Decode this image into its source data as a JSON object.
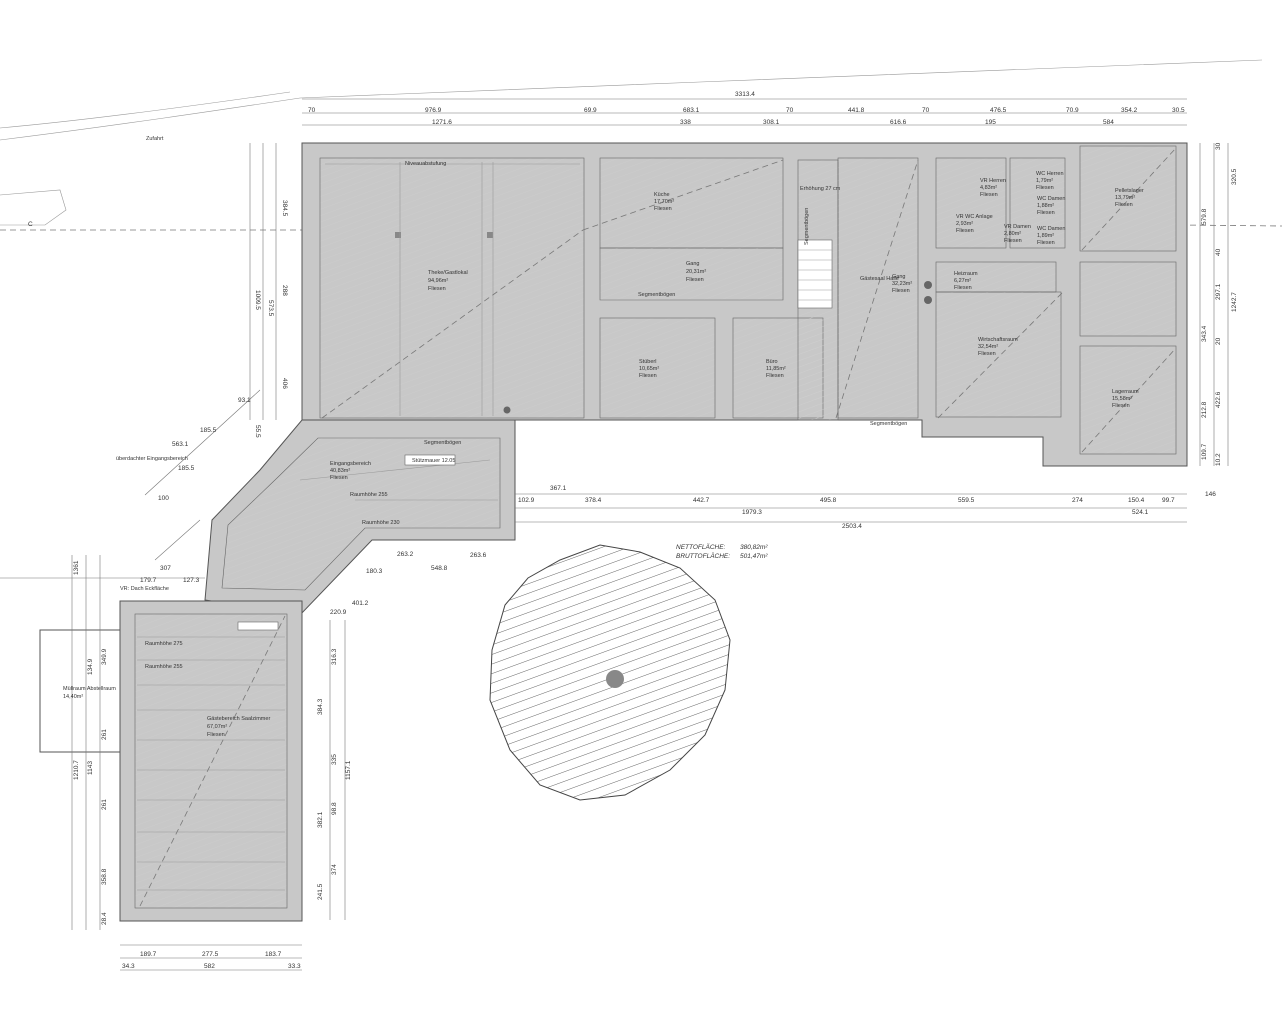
{
  "dimensions": {
    "top": {
      "total": "3313.4",
      "row1": [
        "70",
        "976.9",
        "69.9",
        "683.1",
        "70",
        "441.8",
        "70",
        "476.5",
        "70.9",
        "354.2",
        "30.5"
      ],
      "row2": [
        "1271.6",
        "338",
        "308.1",
        "616.6",
        "195",
        "584"
      ]
    },
    "bottom_right": {
      "row1": [
        "367.1",
        "102.9",
        "378.4",
        "442.7",
        "495.8",
        "559.5",
        "274",
        "150.4",
        "99.7",
        "146"
      ],
      "row2": "1979.3",
      "row2b": "524.1",
      "row3": "2503.4"
    },
    "left_main": [
      "384.5",
      "1009.5",
      "573.5",
      "288",
      "406",
      "93.1",
      "185.5",
      "563.1",
      "185.5",
      "100",
      "55.5"
    ],
    "right_main": [
      "320.5",
      "579.8",
      "297.1",
      "1242.7",
      "343.4",
      "422.6",
      "212.8",
      "109.7",
      "40",
      "20",
      "30",
      "10.2"
    ],
    "entrance": [
      "179.7",
      "127.3",
      "307",
      "263.2",
      "263.6",
      "548.8",
      "180.3",
      "401.2",
      "220.9"
    ],
    "annex_bottom": [
      "189.7",
      "277.5",
      "183.7",
      "34.3",
      "582",
      "33.3"
    ],
    "annex_left": [
      "1361",
      "1210.7",
      "134.9",
      "261",
      "261",
      "349.9",
      "1143",
      "358.8",
      "28.4"
    ],
    "annex_right": [
      "1157.1",
      "316.3",
      "384.3",
      "335",
      "382.1",
      "374",
      "241.5",
      "98.8"
    ]
  },
  "rooms": [
    {
      "name": "Theke/Gastlokal",
      "area": "94,96m²",
      "floor": "Fliesen"
    },
    {
      "name": "Küche",
      "area": "17,70m²",
      "floor": "Fliesen"
    },
    {
      "name": "Gang",
      "area": "20,31m²",
      "floor": "Fliesen"
    },
    {
      "name": "Stüberl",
      "area": "10,65m²",
      "floor": "Fliesen"
    },
    {
      "name": "Büro",
      "area": "11,85m²",
      "floor": "Fliesen"
    },
    {
      "name": "Gang",
      "area": "32,23m²",
      "floor": "Fliesen"
    },
    {
      "name": "VR Herren",
      "area": "4,83m²",
      "floor": "Fliesen"
    },
    {
      "name": "WC Herren",
      "area": "1,79m²",
      "floor": "Fliesen"
    },
    {
      "name": "VR WC Anlage",
      "area": "2,93m²",
      "floor": "Fliesen"
    },
    {
      "name": "VR Damen",
      "area": "2,80m²",
      "floor": "Fliesen"
    },
    {
      "name": "WC Damen",
      "area": "1,88m²",
      "floor": "Fliesen"
    },
    {
      "name": "WC Damen",
      "area": "1,89m²",
      "floor": "Fliesen"
    },
    {
      "name": "Pelletslager",
      "area": "13,79m²",
      "floor": "Fliesen"
    },
    {
      "name": "Heizraum",
      "area": "6,27m²",
      "floor": "Fliesen"
    },
    {
      "name": "Wirtschaftsraum",
      "area": "32,54m²",
      "floor": "Fliesen"
    },
    {
      "name": "Lagerraum",
      "area": "15,58m²",
      "floor": "Fliesen"
    },
    {
      "name": "Eingangsbereich",
      "area": "40,83m²",
      "floor": "Fliesen"
    },
    {
      "name": "Gästebereich Saalzimmer",
      "area": "67,07m²",
      "floor": "Fliesen"
    },
    {
      "name": "Müllraum Abstellraum",
      "area": "14,40m²",
      "floor": ""
    }
  ],
  "notes": {
    "niveauabstufung": "Niveauabstufung",
    "segmentbogen1": "Segmentbögen",
    "segmentbogen2": "Segmentbögen",
    "segmentbogen3": "Segmentbögen",
    "segmentbogen4": "Segmentbögen",
    "raumhoehe1": "Raumhöhe 255",
    "raumhoehe2": "Raumhöhe 230",
    "raumhoehe3": "Raumhöhe 275",
    "raumhoehe4": "Raumhöhe 255",
    "stuetzmauer": "Stützmauer 12.05",
    "eingangsbereich_ext": "überdachter Eingangsbereich",
    "vr_dach": "VR: Dach Eckfläche",
    "erhoehung": "Erhöhung 27 cm",
    "zufahrt": "Zufahrt",
    "gastsaal_note": "Gästesaal Halle",
    "schnitt": "C"
  },
  "summary": {
    "netto_label": "NETTOFLÄCHE:",
    "netto_value": "380,82m²",
    "brutto_label": "BRUTTOFLÄCHE:",
    "brutto_value": "501,47m²"
  },
  "colors": {
    "wall": "#c8c8c8",
    "line": "#555555",
    "hatch": "#bdbdbd",
    "column": "#888888"
  }
}
